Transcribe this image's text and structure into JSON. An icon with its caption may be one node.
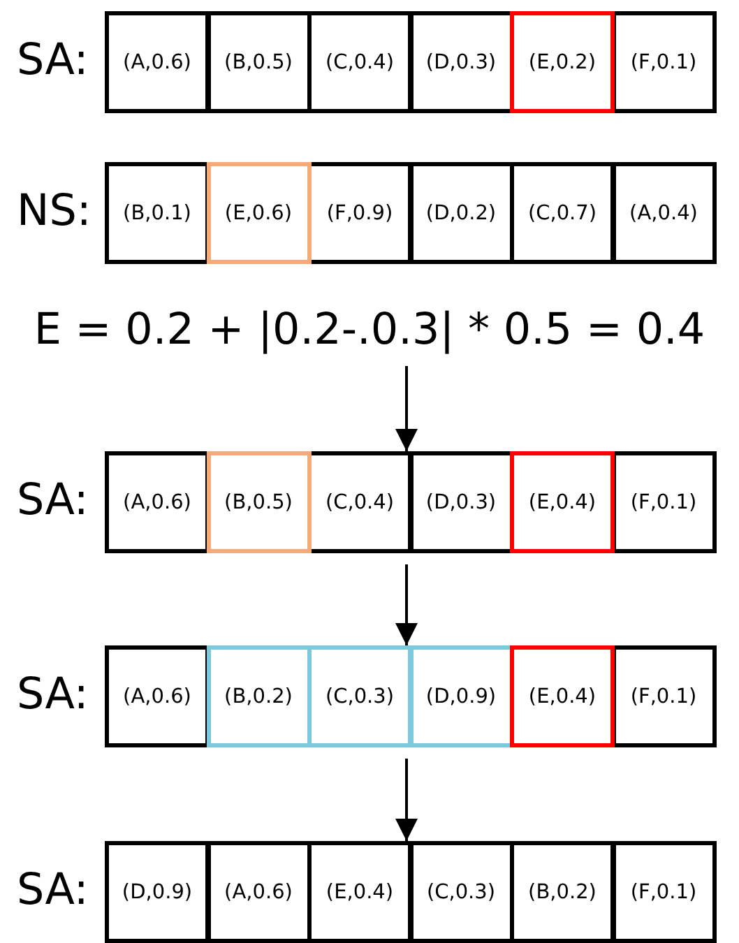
{
  "diagram": {
    "nodes": [
      {
        "text": [
          "SA:"
        ]
      },
      {
        "text": [
          "(A,0.6)"
        ],
        "in": 0
      },
      {
        "text": [
          "(B,0.5)"
        ],
        "in": 0
      },
      {
        "text": [
          "(C,0.4)"
        ],
        "in": 0
      },
      {
        "text": [
          "(D,0.3)"
        ],
        "in": 0
      },
      {
        "text": [
          "(E,0.2)"
        ],
        "in": 0
      },
      {
        "text": [
          "(F,0.1)"
        ],
        "in": 0
      },
      {
        "text": [
          "NS:"
        ]
      },
      {
        "text": [
          "(B,0.1)"
        ],
        "in": 7
      },
      {
        "text": [
          "(E,0.6)"
        ],
        "in": 7
      },
      {
        "text": [
          "(F,0.9)"
        ],
        "in": 7
      },
      {
        "text": [
          "(D,0.2)"
        ],
        "in": 7
      },
      {
        "text": [
          "(C,0.7)"
        ],
        "in": 7
      },
      {
        "text": [
          "(A,0.4)"
        ],
        "in": 7
      },
      {
        "text": [
          "E = 0.2 + |0.2-.0.3| * 0.5 = 0.4"
        ]
      },
      {
        "text": [
          "SA:"
        ]
      },
      {
        "text": [
          "(A,0.6)"
        ],
        "in": 15
      },
      {
        "text": [
          "(B,0.5)"
        ],
        "in": 15
      },
      {
        "text": [
          "(C,0.4)"
        ],
        "in": 15
      },
      {
        "text": [
          "(D,0.3)"
        ],
        "in": 15
      },
      {
        "text": [
          "(E,0.4)"
        ],
        "in": 15
      },
      {
        "text": [
          "(F,0.1)"
        ],
        "in": 15
      },
      {
        "text": [
          "SA:"
        ]
      },
      {
        "text": [
          "(A,0.6)"
        ],
        "in": 22
      },
      {
        "text": [
          "(B,0.2)"
        ],
        "in": 22
      },
      {
        "text": [
          "(C,0.3)"
        ],
        "in": 22
      },
      {
        "text": [
          "(D,0.9)"
        ],
        "in": 22
      },
      {
        "text": [
          "(E,0.4)"
        ],
        "in": 22
      },
      {
        "text": [
          "(F,0.1)"
        ],
        "in": 22
      },
      {
        "text": [
          "SA:"
        ]
      },
      {
        "text": [
          "(D,0.9)"
        ],
        "in": 29
      },
      {
        "text": [
          "(A,0.6)"
        ],
        "in": 29
      },
      {
        "text": [
          "(E,0.4)"
        ],
        "in": 29
      },
      {
        "text": [
          "(C,0.3)"
        ],
        "in": 29
      },
      {
        "text": [
          "(B,0.2)"
        ],
        "in": 29
      },
      {
        "text": [
          "(F,0.1)"
        ],
        "in": 29
      }
    ],
    "edges": [
      {
        "from": 14,
        "to": 15,
        "arrow": "to"
      },
      {
        "from": 15,
        "to": 22,
        "arrow": "to"
      },
      {
        "from": 22,
        "to": 29,
        "arrow": "to"
      }
    ]
  }
}
